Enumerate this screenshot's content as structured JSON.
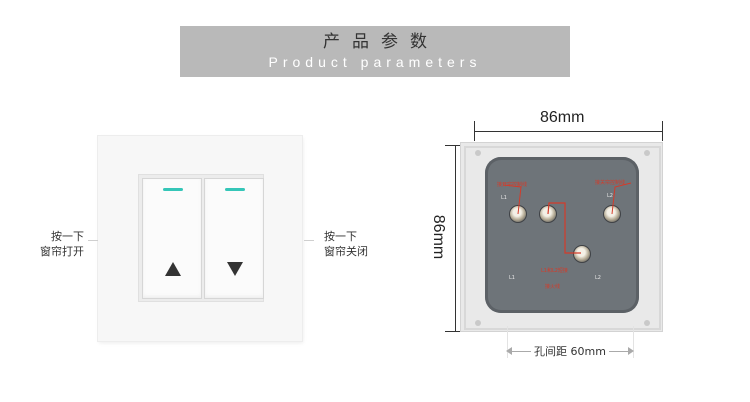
{
  "banner": {
    "title_cn": "产品参数",
    "title_en": "Product parameters"
  },
  "switch": {
    "left_label_line1": "按一下",
    "left_label_line2": "窗帘打开",
    "right_label_line1": "按一下",
    "right_label_line2": "窗帘关闭",
    "keys": [
      {
        "arrow": "up-arrow-icon"
      },
      {
        "arrow": "down-arrow-icon"
      }
    ],
    "led_color": "#35c6b8"
  },
  "back": {
    "width_label": "86mm",
    "height_label": "86mm",
    "pitch_label": "孔间距 60mm",
    "terminal_labels": {
      "l1_top": "L1",
      "l2_top": "L2",
      "l1_bottom": "L1",
      "l2_bottom": "L2",
      "l_bottom": "L2"
    },
    "annotations": {
      "left_red": "接开帘控制线",
      "right_red": "接关帘控制线",
      "bottom_red": "L1和L2短接",
      "bottom_red2": "接火线"
    }
  }
}
